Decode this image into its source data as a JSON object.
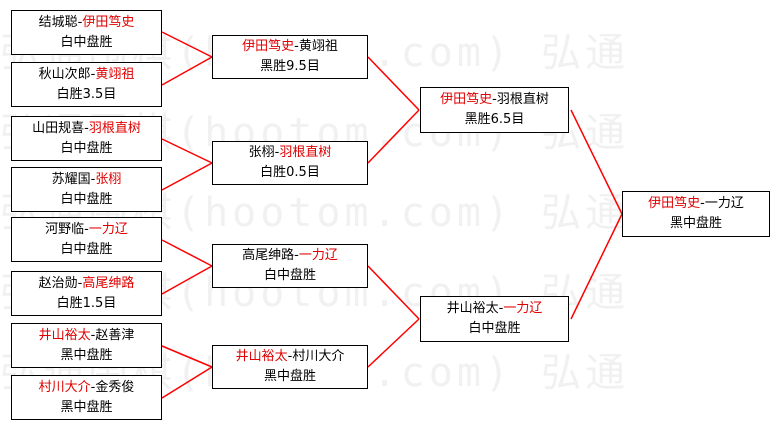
{
  "matches": [
    {
      "id": "r1m1",
      "p1": "结城聪",
      "p2": "伊田笃史",
      "winner": 2,
      "result": "白中盘胜"
    },
    {
      "id": "r1m2",
      "p1": "秋山次郎",
      "p2": "黄翊祖",
      "winner": 2,
      "result": "白胜3.5目"
    },
    {
      "id": "r1m3",
      "p1": "山田规喜",
      "p2": "羽根直树",
      "winner": 2,
      "result": "白中盘胜"
    },
    {
      "id": "r1m4",
      "p1": "苏耀国",
      "p2": "张栩",
      "winner": 2,
      "result": "白中盘胜"
    },
    {
      "id": "r1m5",
      "p1": "河野临",
      "p2": "一力辽",
      "winner": 2,
      "result": "白中盘胜"
    },
    {
      "id": "r1m6",
      "p1": "赵治勋",
      "p2": "高尾绅路",
      "winner": 2,
      "result": "白胜1.5目"
    },
    {
      "id": "r1m7",
      "p1": "井山裕太",
      "p2": "赵善津",
      "winner": 1,
      "result": "黑中盘胜"
    },
    {
      "id": "r1m8",
      "p1": "村川大介",
      "p2": "金秀俊",
      "winner": 1,
      "result": "黑中盘胜"
    },
    {
      "id": "r2m1",
      "p1": "伊田笃史",
      "p2": "黄翊祖",
      "winner": 1,
      "result": "黑胜9.5目"
    },
    {
      "id": "r2m2",
      "p1": "张栩",
      "p2": "羽根直树",
      "winner": 2,
      "result": "白胜0.5目"
    },
    {
      "id": "r2m3",
      "p1": "高尾绅路",
      "p2": "一力辽",
      "winner": 2,
      "result": "白中盘胜"
    },
    {
      "id": "r2m4",
      "p1": "井山裕太",
      "p2": "村川大介",
      "winner": 1,
      "result": "黑中盘胜"
    },
    {
      "id": "r3m1",
      "p1": "伊田笃史",
      "p2": "羽根直树",
      "winner": 1,
      "result": "黑胜6.5目"
    },
    {
      "id": "r3m2",
      "p1": "井山裕太",
      "p2": "一力辽",
      "winner": 2,
      "result": "白中盘胜"
    },
    {
      "id": "r4m1",
      "p1": "伊田笃史",
      "p2": "一力辽",
      "winner": 1,
      "result": "黑中盘胜"
    }
  ],
  "colors": {
    "winner": "#e00000",
    "line": "#ff0000",
    "border": "#000000"
  }
}
